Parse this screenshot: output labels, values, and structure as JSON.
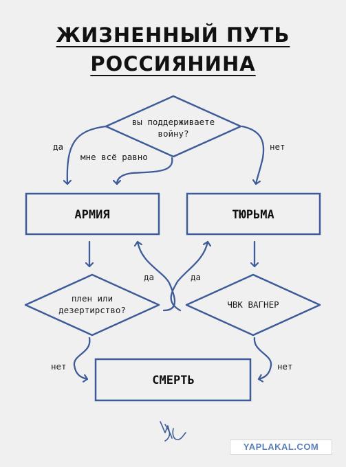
{
  "title": {
    "line1": "ЖИЗНЕННЫЙ ПУТЬ",
    "line2": "РОССИЯНИНА"
  },
  "nodes": {
    "question": {
      "line1": "вы поддерживаете",
      "line2": "войну?"
    },
    "army": "АРМИЯ",
    "prison": "ТЮРЬМА",
    "captivity": {
      "line1": "плен или",
      "line2": "дезертирство?"
    },
    "wagner": "ЧВК ВАГНЕР",
    "death": "СМЕРТЬ"
  },
  "edges": {
    "yes_to_army": "да",
    "dont_care": "мне всё равно",
    "no_to_prison": "нет",
    "captivity_yes": "да",
    "wagner_yes": "да",
    "captivity_no": "нет",
    "wagner_no": "нет"
  },
  "colors": {
    "stroke": "#3d5a99",
    "background": "#f0f0f0"
  },
  "watermark": "YAPLAKAL.COM",
  "signature_icon": "artist-signature-icon"
}
